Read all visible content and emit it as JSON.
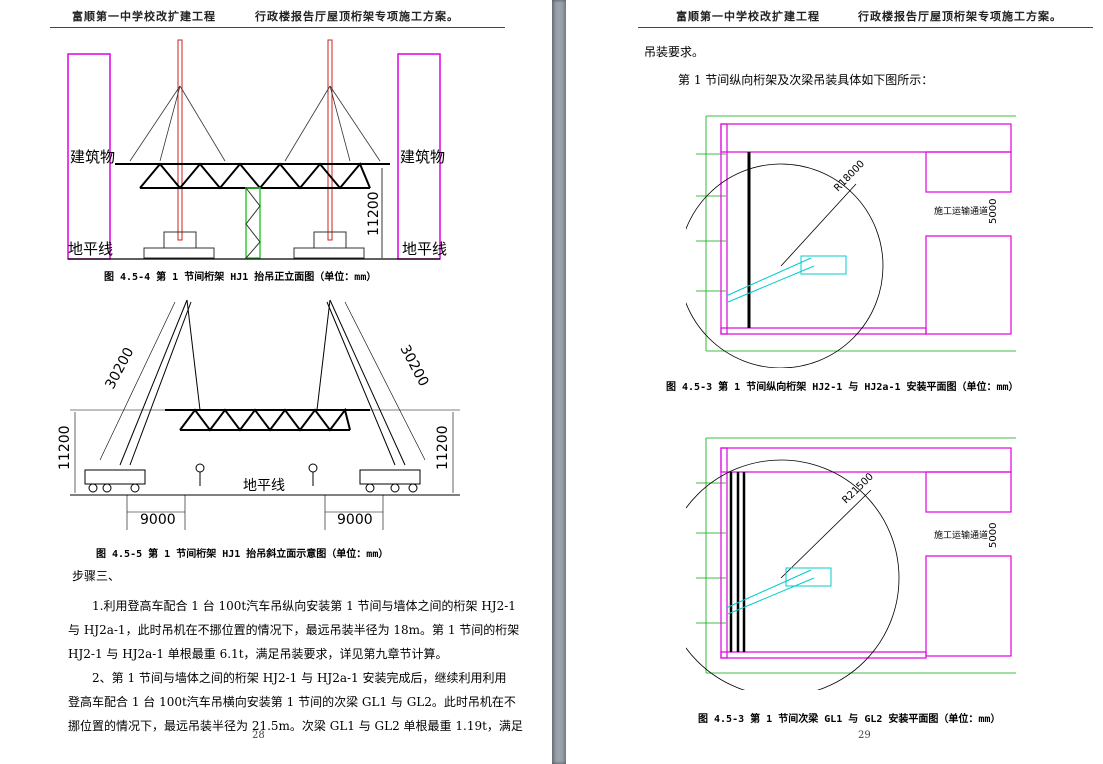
{
  "colors": {
    "truss": "#000000",
    "building": "#e000e0",
    "grid": "#00aa00",
    "crane": "#00cccc",
    "mark": "#888888"
  },
  "left_page": {
    "header": {
      "school": "富顺第一中学校改扩建工程",
      "title": "行政楼报告厅屋顶桁架专项施工方案。"
    },
    "fig1": {
      "building_label": "建筑物",
      "ground_label": "地平线",
      "height_dim": "11200",
      "caption": "图 4.5-4 第 1 节间桁架 HJ1 抬吊正立面图（单位：mm）"
    },
    "fig2": {
      "boom_dim": "30200",
      "height_dim": "11200",
      "ground_label": "地平线",
      "radius_dim": "9000",
      "caption": "图 4.5-5 第 1 节间桁架 HJ1 抬吊斜立面示意图（单位：mm）"
    },
    "step_title": "步骤三、",
    "para1": [
      "1.利用登高车配合 1 台 100t汽车吊纵向安装第 1 节间与墙体之间的桁架 HJ2-1",
      "与 HJ2a-1，此时吊机在不挪位置的情况下，最远吊装半径为 18m。第 1 节间的桁架",
      "HJ2-1 与 HJ2a-1 单根最重 6.1t，满足吊装要求，详见第九章节计算。"
    ],
    "para2": [
      "2、第 1 节间与墙体之间的桁架 HJ2-1 与 HJ2a-1 安装完成后，继续利用利用",
      "登高车配合 1 台 100t汽车吊横向安装第 1 节间的次梁 GL1 与 GL2。此时吊机在不",
      "挪位置的情况下，最远吊装半径为 21.5m。次梁 GL1 与 GL2 单根最重 1.19t，满足"
    ],
    "page_number": "28"
  },
  "right_page": {
    "header": {
      "school": "富顺第一中学校改扩建工程",
      "title": "行政楼报告厅屋顶桁架专项施工方案。"
    },
    "intro_line1": "吊装要求。",
    "intro_line2": "第 1 节间纵向桁架及次梁吊装具体如下图所示：",
    "plan1": {
      "radius_label": "R18000",
      "road_label": "施工运输通道",
      "road_dim": "5000",
      "caption": "图 4.5-3 第 1 节间纵向桁架 HJ2-1 与 HJ2a-1 安装平面图（单位：mm）"
    },
    "plan2": {
      "radius_label": "R21500",
      "road_label": "施工运输通道",
      "road_dim": "5000",
      "caption": "图 4.5-3 第 1 节间次梁 GL1 与 GL2 安装平面图（单位：mm）"
    },
    "page_number": "29"
  }
}
